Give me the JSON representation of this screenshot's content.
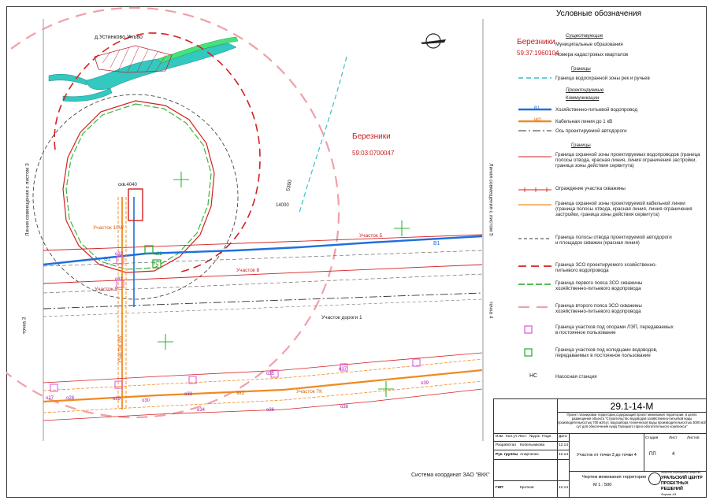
{
  "map": {
    "top_label": "д.Устинково Унъво",
    "region_name": "Березники",
    "region_cadastral": "59:03:0700047",
    "left_border_label": "Линия совмещения с листом 3",
    "right_border_label": "Линия совмещения с листом 5",
    "point_left": "точка 3",
    "point_right": "точка 4",
    "chainage_label": "5300",
    "chainage_label2": "14000",
    "well_label": "скв.4040",
    "ns_label": "НС",
    "section_labels": [
      "Участок 10W",
      "Участок 5",
      "Участок 8",
      "Участок 5",
      "Участок дороги 1",
      "Участок 7К",
      "Участок 9W"
    ],
    "line_labels": [
      "В1",
      "В1",
      "W2"
    ],
    "plot_points": [
      "o27",
      "o28",
      "o29",
      "o30",
      "o33",
      "o34",
      "o35",
      "o36",
      "o37",
      "o38",
      "o39",
      "o31",
      "o32",
      "o22"
    ],
    "coordinate_system": "Система координат ЗАО \"ВКК\""
  },
  "legend": {
    "title": "Условные обозначения",
    "existing_heading": "Существующие",
    "municipal_sample": "Березники",
    "municipal_text": "Муниципальные образования",
    "cadastral_sample": "59:37:1960104",
    "cadastral_text": "Номера кадастровых кварталов",
    "borders_heading": "Границы",
    "water_zone_text": "Граница водоохранной зоны рек и ручьев",
    "projected_heading": "Проектируемые",
    "comm_heading": "Коммуникации",
    "water_main_label": "В1",
    "water_main_text": "Хозяйственно-питьевой водопровод",
    "cable_label": "W2",
    "cable_text": "Кабельная линия до 1 кВ",
    "road_axis_text": "Ось проектируемой автодороги",
    "borders_heading2": "Границы",
    "items": [
      "Граница охранной зоны проектируемых водопроводов (граница полосы отвода, красная линия, линия ограничения застройки, граница зоны действия сервитута)",
      "Ограждение участка скважины",
      "Граница охранной зоны проектируемой кабельной линии (граница полосы отвода, красная линия, линия ограничения застройки, граница зоны действия сервитута)",
      "Граница полосы отвода проектируемой автодороги и площадок скважин (красная линия)",
      "Граница ЗСО проектируемого хозяйственно-питьевого водопровода",
      "Граница первого пояса ЗСО скважины хозяйственно-питьевого водопровода",
      "Граница второго пояса ЗСО скважины хозяйственно-питьевого водопровода",
      "Граница участков под опорами ЛЭП, передаваемых в постоянное пользование",
      "Граница участков под колодцами водоводов, передаваемых в постоянное пользование"
    ],
    "ns_symbol": "НС",
    "ns_text": "Насосная станция"
  },
  "stamp": {
    "code": "29.1-14-М",
    "project_desc": "Проект планировки территории,содержащий проект межевания территории, в целях размещения объекта \"Строительство водоводов хозяйственно-питьевой воды производительностью 700 м3/сут, водозабора технической воды производительностью 3000 м3/сут для обеспечения нужд Талицкого горно-обогатительного комплекса\"",
    "col_headers": [
      "Изм.",
      "Кол.уч.",
      "Лист",
      "№док.",
      "Подп.",
      "Дата"
    ],
    "role1": "Разработал",
    "name1": "Копельникова",
    "date1": "12.14",
    "role2": "Рук. группы",
    "name2": "Анарченко",
    "date2": "12.14",
    "role3": "ГИП",
    "name3": "Кротков",
    "date3": "12.14",
    "sheet_title": "Участок от точки 3 до точки 4",
    "stage_h": "Стадия",
    "sheet_h": "Лист",
    "sheets_h": "Листов",
    "stage": "ПП",
    "sheet": "4",
    "sheets": "",
    "drawing_title": "Чертеж межевания территории",
    "scale": "М 1 : 500",
    "company": "УРАЛЬСКИЙ ЦЕНТР ПРОЕКТНЫХ РЕШЕНИЙ",
    "company_small": "ЗАКРЫТОЕ АКЦИОНЕРНОЕ ОБЩЕСТВО",
    "format": "Формат А3"
  }
}
